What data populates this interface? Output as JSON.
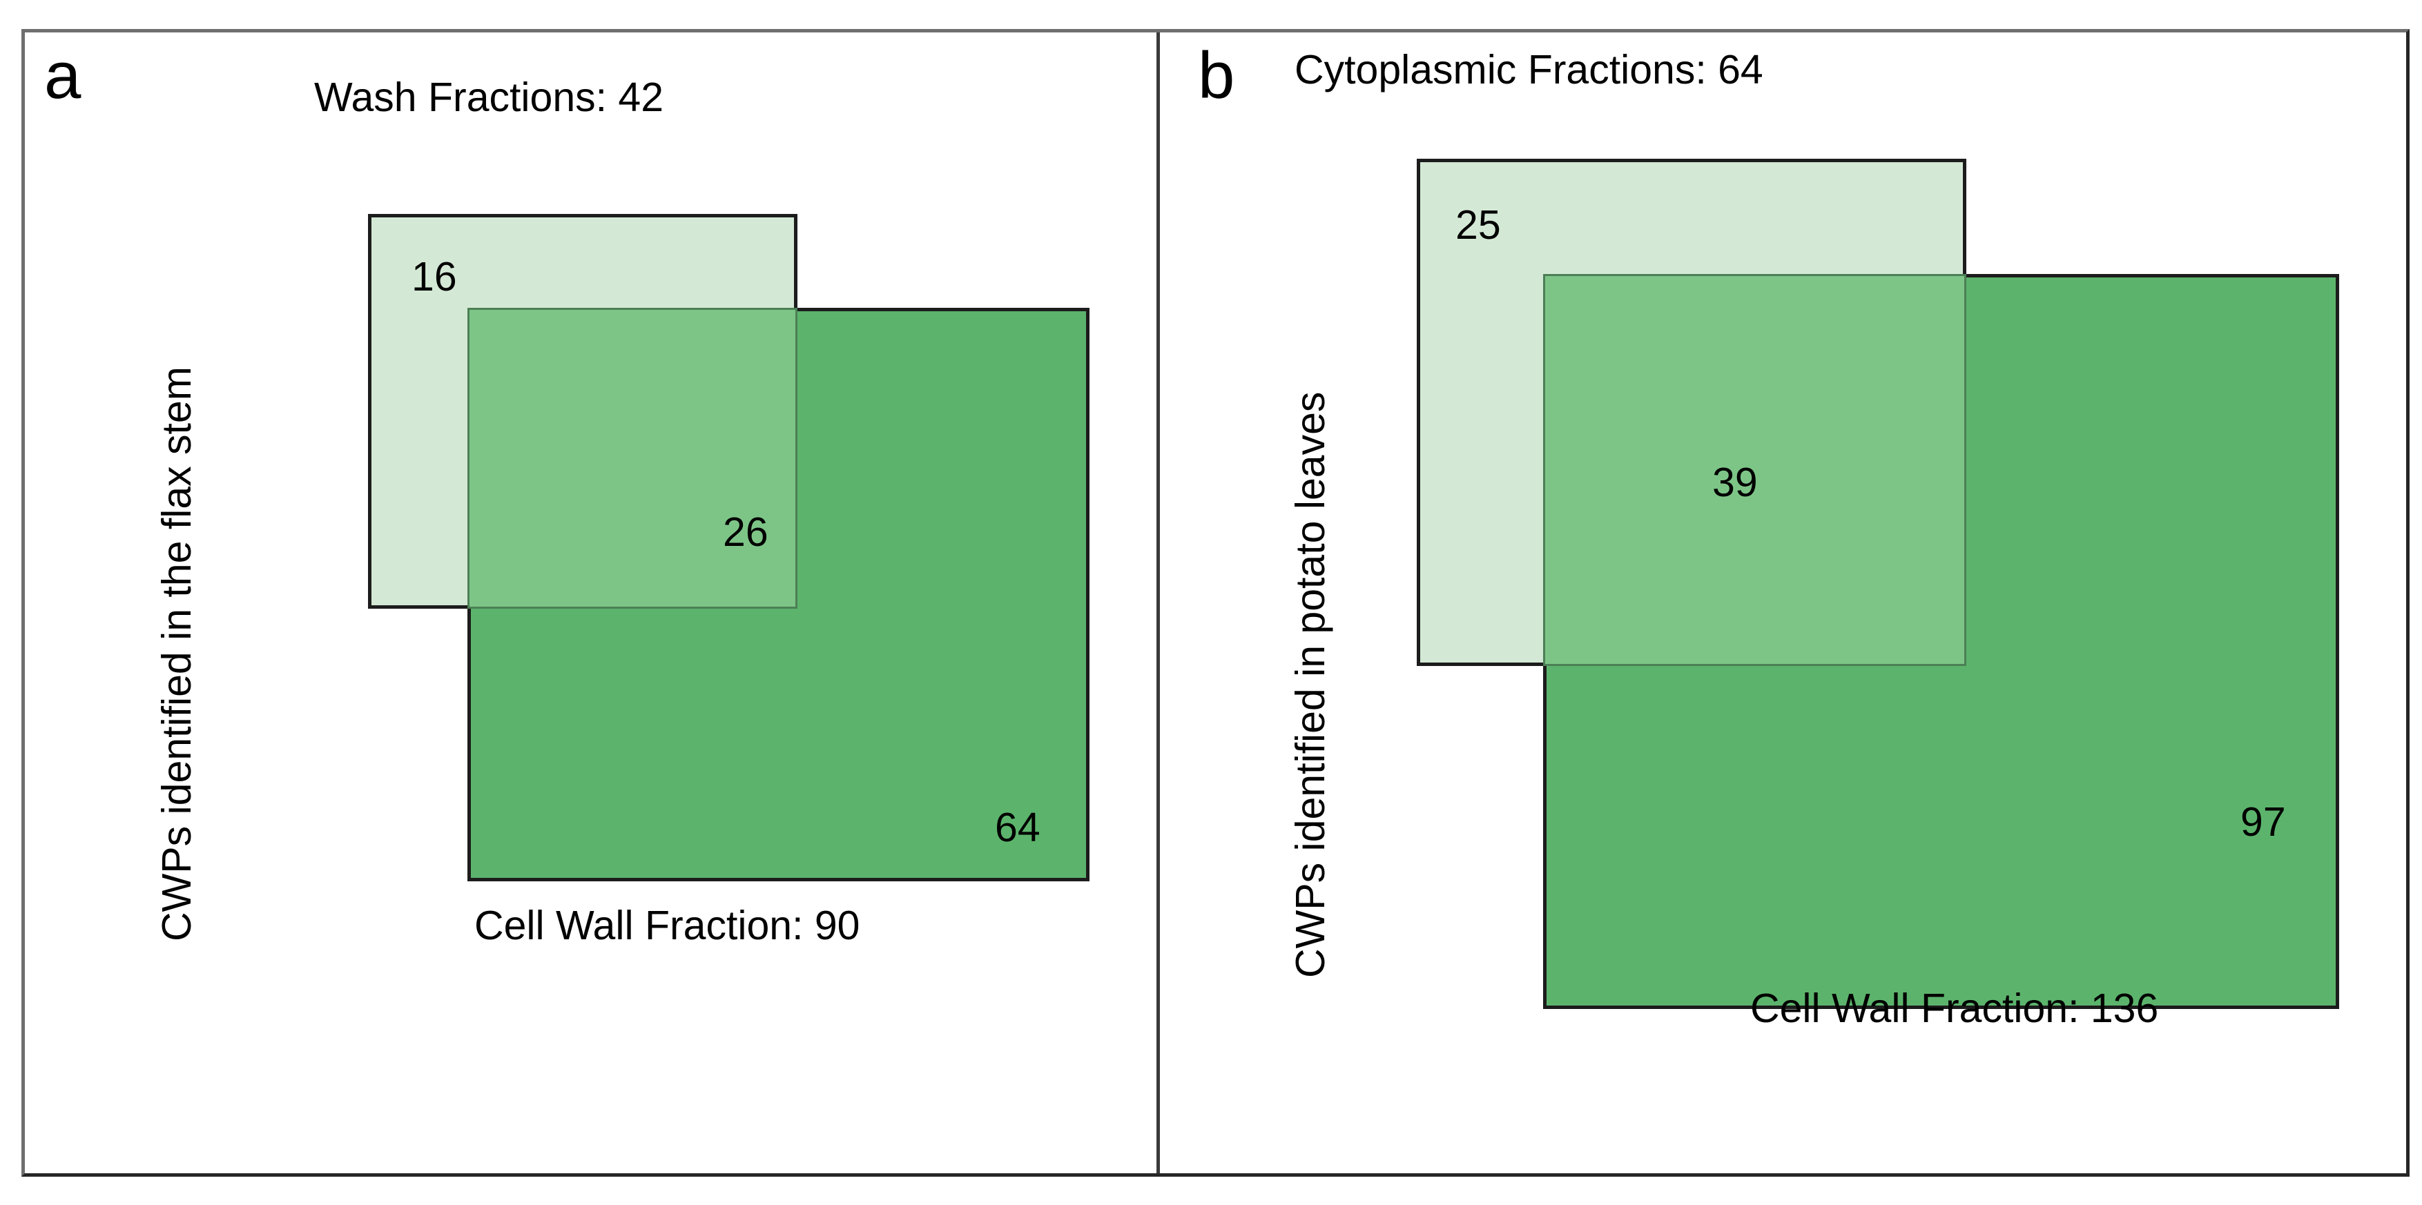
{
  "figure": {
    "background_color": "#ffffff",
    "frame_color": "#6f6f6f",
    "divider_color": "#3a3a3a"
  },
  "colors": {
    "light_green": "#d4e9d5",
    "mid_green": "#7dc587",
    "dark_green": "#5cb46c",
    "outline": "#1c1c1c",
    "text": "#000000"
  },
  "panels": [
    {
      "letter": "a",
      "top_title": "Wash Fractions: 42",
      "bottom_label": "Cell Wall Fraction: 90",
      "y_axis_label": "CWPs identified in the flax stem",
      "counts": {
        "light_only": "16",
        "overlap": "26",
        "dark_only": "64"
      }
    },
    {
      "letter": "b",
      "top_title": "Cytoplasmic Fractions: 64",
      "bottom_label": "Cell Wall Fraction: 136",
      "y_axis_label": "CWPs identified in potato leaves",
      "counts": {
        "light_only": "25",
        "overlap": "39",
        "dark_only": "97"
      }
    }
  ],
  "chart_data": {
    "type": "area",
    "title": "",
    "subtitle": "",
    "xlabel": "",
    "ylabel": "",
    "layout": "two-panel proportional Venn (area-proportional overlapping squares)",
    "legend": "none",
    "grid": false,
    "panels": [
      {
        "id": "a",
        "letter": "a",
        "context": "CWPs identified in the flax stem",
        "sets": [
          {
            "name": "Wash Fractions",
            "total": 42,
            "exclusive": 16,
            "color": "#d4e9d5"
          },
          {
            "name": "Cell Wall Fraction",
            "total": 90,
            "exclusive": 64,
            "color": "#5cb46c"
          }
        ],
        "intersection": 26,
        "intersection_color": "#7dc587",
        "labels": {
          "top": "Wash Fractions: 42",
          "bottom": "Cell Wall Fraction: 90",
          "left": "CWPs identified in the flax stem"
        }
      },
      {
        "id": "b",
        "letter": "b",
        "context": "CWPs identified in potato leaves",
        "sets": [
          {
            "name": "Cytoplasmic Fractions",
            "total": 64,
            "exclusive": 25,
            "color": "#d4e9d5"
          },
          {
            "name": "Cell Wall Fraction",
            "total": 136,
            "exclusive": 97,
            "color": "#5cb46c"
          }
        ],
        "intersection": 39,
        "intersection_color": "#7dc587",
        "labels": {
          "top": "Cytoplasmic Fractions: 64",
          "bottom": "Cell Wall Fraction: 136",
          "left": "CWPs identified in potato leaves"
        }
      }
    ]
  }
}
